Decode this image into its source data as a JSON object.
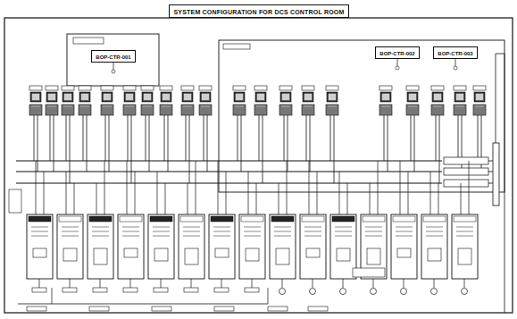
{
  "diagram": {
    "title": "SYSTEM CONFIGURATION FOR DCS CONTROL ROOM",
    "nodes": [
      {
        "text": [
          "SYSTEM CONFIGURATION FOR DCS CONTROL ROOM"
        ]
      },
      {
        "text": [
          "BOP-CTR-001"
        ]
      },
      {
        "text": [
          "BOP-CTR-002"
        ]
      },
      {
        "text": [
          "BOP-CTR-003"
        ]
      }
    ]
  }
}
